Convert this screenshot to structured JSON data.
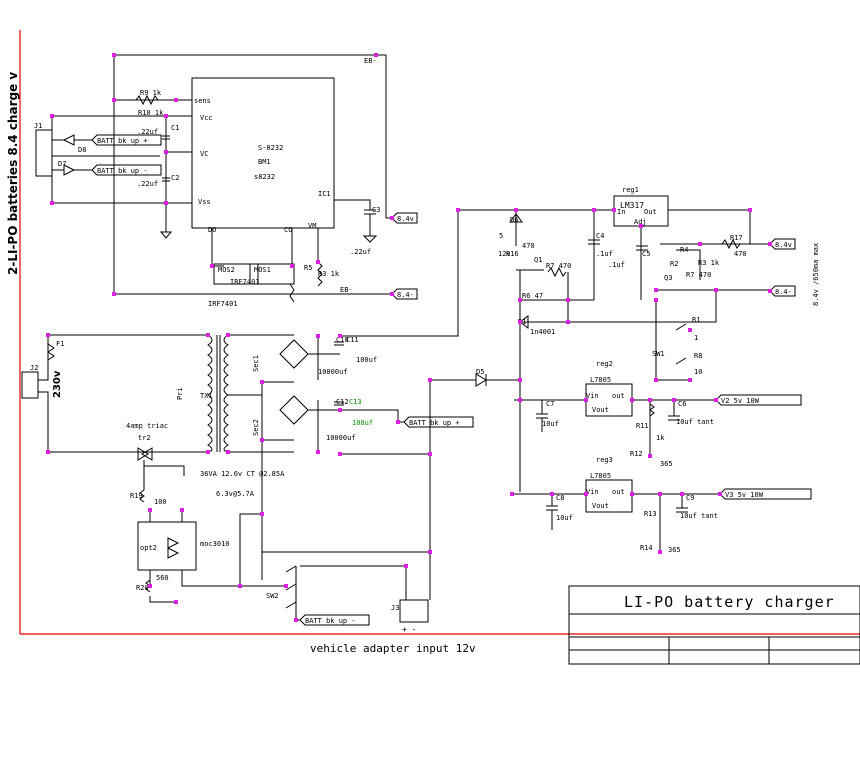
{
  "side_title": "2-LI-PO batteries 8.4 charge v",
  "title_block": {
    "title": "LI-PO battery charger"
  },
  "footer_note": "vehicle adapter input 12v",
  "colors": {
    "wire": "#000000",
    "node": "#e020e0",
    "border": "#e00000",
    "green_label": "#009000"
  },
  "ic1": {
    "name": "S-8232",
    "part": "BM1",
    "alt": "s8232",
    "ref": "IC1",
    "pins": {
      "sens": "sens",
      "vcc": "Vcc",
      "vc": "VC",
      "vss": "Vss",
      "do": "DO",
      "co": "CO",
      "vm": "VM"
    }
  },
  "labels": {
    "eb_top": "EB-",
    "eb_mid": "EB-",
    "j1": "J1",
    "j2": "J2",
    "j3": "J3",
    "r9": "R9 1k",
    "r10": "R10 1k",
    "r4": "R4",
    "r2": "R2",
    "r3": "R3 1k",
    "r5": "R5",
    "r6": "R6 47",
    "r7": "R7 470",
    "r8": "R8",
    "r8v": "10",
    "r1": "R1",
    "r1v": "1",
    "r17": "R17",
    "r17v": "470",
    "r16": "R16",
    "r16v": "470",
    "r19": "R19",
    "r19v": "100",
    "r20": "R20",
    "r20v": "560",
    "r11": "R11",
    "r11v": "1k",
    "r12": "R12",
    "r12v": "365",
    "r13": "R13",
    "r14": "R14",
    "r14v": "365",
    "d8": "D8",
    "d7": "D7",
    "d6": "D6",
    "d5": "D5",
    "d1": "D1",
    "d1v": "1n4001",
    "c1": "C1",
    "c1v": ".22uf",
    "c2": "C2",
    "c2v": ".22uf",
    "c3": "C3",
    "c3v": ".22uf",
    "c4": "C4",
    "c4v": ".1uf",
    "c5": "C5",
    "c5v": ".1uf",
    "c10": "C10",
    "c10v": "10000uf",
    "c11": "C11",
    "c11v": "100uf",
    "c12": "C12",
    "c12v": "10000uf",
    "c13": "C13",
    "c13v": "100uf",
    "c7": "C7",
    "c7v": "10uf",
    "c6": "C6",
    "c6v": "10uf tant",
    "c8": "C8",
    "c8v": "10uf",
    "c9": "C9",
    "c9v": "10uf tant",
    "mos1": "MOS1",
    "mos2": "MOS2",
    "mos_part": "IRF7401",
    "mos_part2": "IRF7401",
    "q1": "Q1",
    "q3": "Q3",
    "f1": "F1",
    "tr2": "tr2",
    "triac": "4amp triac",
    "opto": "opt2",
    "moc": "moc3010",
    "pri": "Pri",
    "sec1": "Sec1",
    "sec2": "Sec2",
    "xfmr": "36VA 12.6v CT @2.85A",
    "xfmr2": "6.3v@5.7A",
    "x_ref": "TX1",
    "reg1": "reg1",
    "lm317": "LM317",
    "in": "In",
    "out": "Out",
    "adj": "Adj",
    "reg2": "reg2",
    "reg3": "reg3",
    "l7805a": "L7805",
    "l7805b": "L7805",
    "vin": "Vin",
    "vout": "Vout",
    "out2": "out",
    "sw1": "SW1",
    "sw2": "SW2",
    "v12": "12v",
    "v5": "5",
    "i_note": "8.4v /650ma max"
  },
  "ports": {
    "batt_p1": "BATT bk up +",
    "batt_m1": "BATT bk up -",
    "v84_top": "8.4v",
    "v84_mid": "8.4-",
    "v84_right": "8.4v",
    "v84_right_m": "8.4-",
    "batt_mid": "BATT bk up +",
    "v2": "V2 5v 10W",
    "v3": "V3 5v 10W",
    "batt_bot": "BATT bk up -"
  },
  "mains": "230v"
}
